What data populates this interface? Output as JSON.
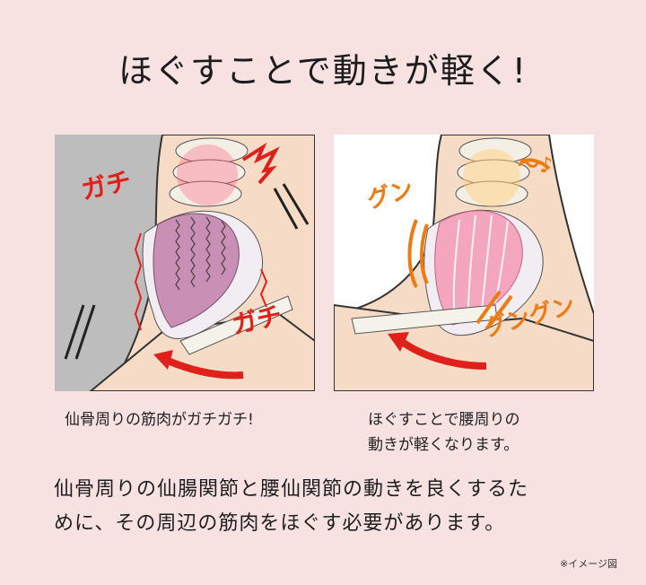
{
  "title": "ほぐすことで動きが軽く!",
  "left_panel": {
    "sfx_top": "ガチ",
    "sfx_bottom": "ガチ",
    "caption": "仙骨周りの筋肉がガチガチ!"
  },
  "right_panel": {
    "sfx_top_left": "グン",
    "sfx_top_right": "〜♪",
    "sfx_bottom": "グングン",
    "caption_line1": "ほぐすことで腰周りの",
    "caption_line2": "動きが軽くなります。"
  },
  "body": {
    "line1": "仙骨周りの仙腸関節と腰仙関節の動きを良くするた",
    "line2": "めに、その周辺の筋肉をほぐす必要があります。"
  },
  "note": "※イメージ図",
  "colors": {
    "background": "#f7e1e1",
    "tense_red": "#e0201a",
    "relaxed_orange": "#ee7a10",
    "skin": "#f5dcc4"
  }
}
